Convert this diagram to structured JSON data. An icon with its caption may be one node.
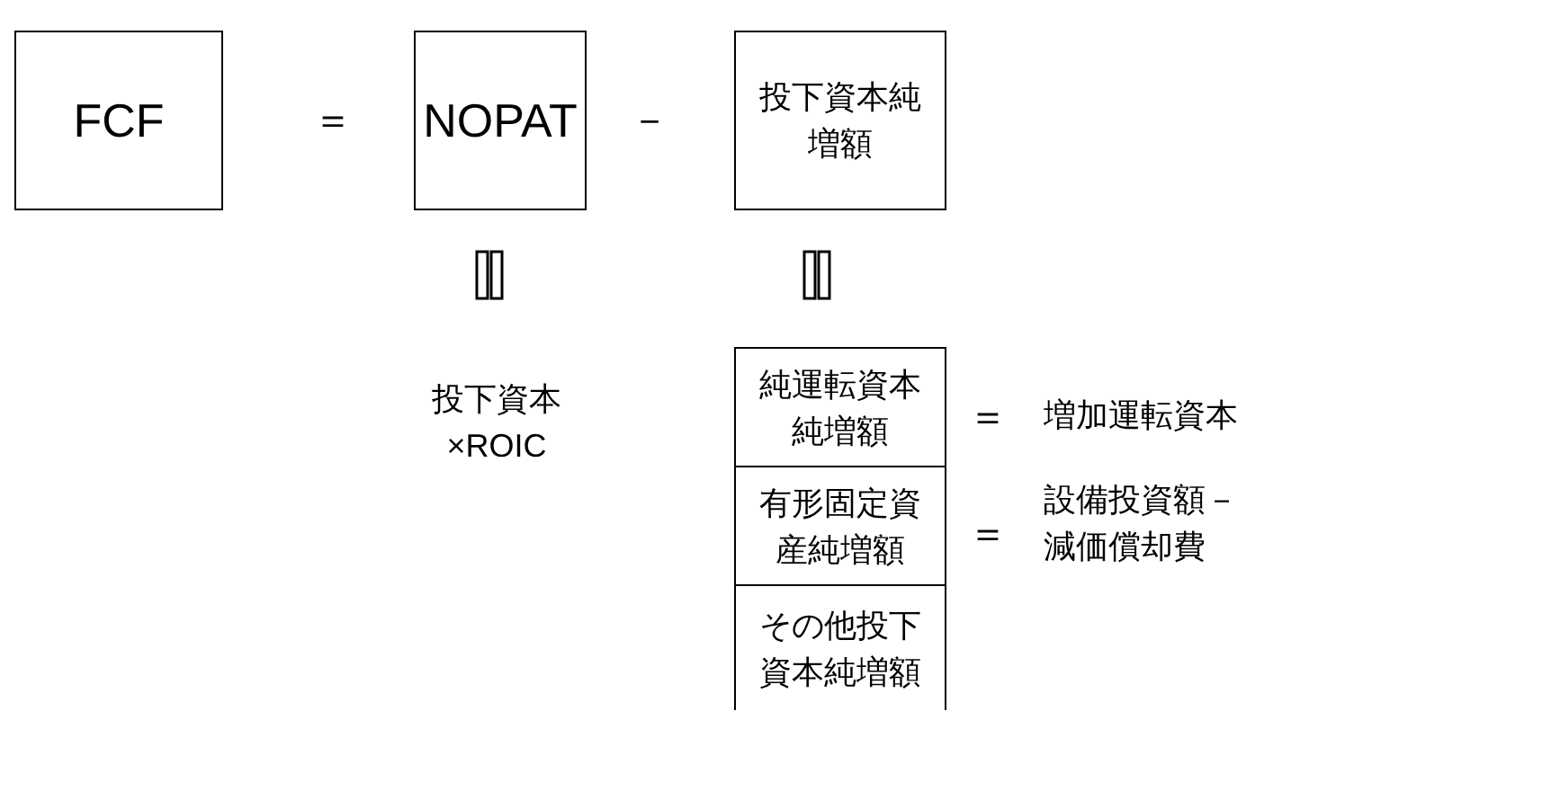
{
  "diagram": {
    "nodes": [
      {
        "text": [
          "FCF"
        ]
      },
      {
        "text": [
          "NOPAT"
        ]
      },
      {
        "text": [
          "投下資本純増額"
        ]
      },
      {
        "text": [
          "投下資本×ROIC"
        ]
      },
      {
        "text": [
          "純運転資本純増額"
        ],
        "beside": [
          "増加運転資本"
        ]
      },
      {
        "text": [
          "有形固定資産純増額"
        ],
        "beside": [
          "設備投資額－減価償却費"
        ]
      },
      {
        "text": [
          "その他投下資本純増額"
        ]
      }
    ],
    "edges": [],
    "labels": [
      "＝",
      "－",
      "＝",
      "＝"
    ]
  }
}
